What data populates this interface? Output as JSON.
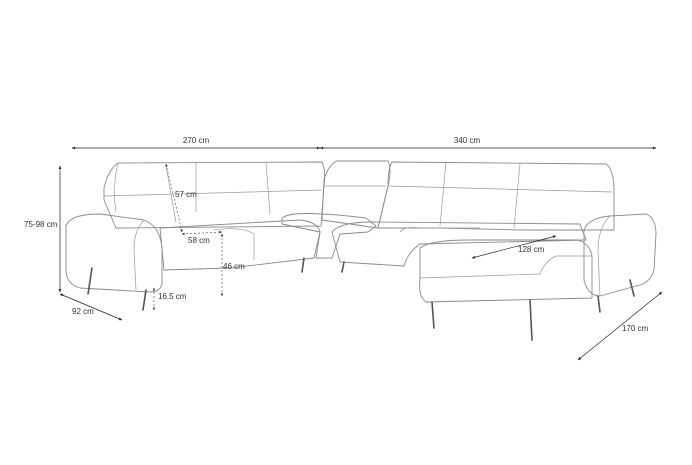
{
  "colors": {
    "outline": "#8a8a8a",
    "dimension": "#222222",
    "background": "#ffffff"
  },
  "dimensions": {
    "width_left": "270 cm",
    "width_right": "340 cm",
    "height": "75-98 cm",
    "depth": "92 cm",
    "backrest_height": "57 cm",
    "seat_depth": "58 cm",
    "seat_height": "46 cm",
    "leg_height": "16.5 cm",
    "chaise_width": "128 cm",
    "chaise_depth": "170 cm"
  }
}
